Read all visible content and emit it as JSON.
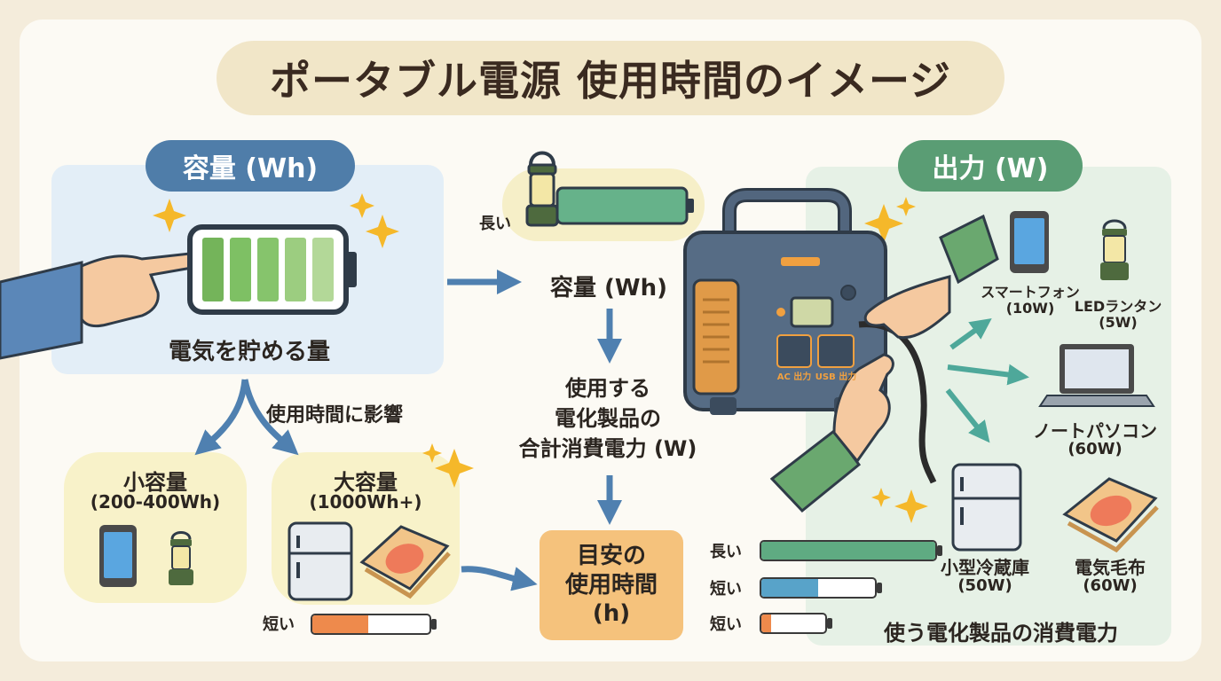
{
  "title": "ポータブル電源 使用時間のイメージ",
  "capacity": {
    "pill_label": "容量 (Wh)",
    "caption": "電気を貯める量",
    "influence_label": "使用時間に影響",
    "small": {
      "name": "小容量",
      "range": "(200-400Wh)"
    },
    "large": {
      "name": "大容量",
      "range": "(1000Wh+)"
    },
    "short_label": "短い"
  },
  "top_bar": {
    "label": "長い"
  },
  "flow": {
    "capacity_label": "容量 (Wh)",
    "power_line1": "使用する",
    "power_line2": "電化製品の",
    "power_line3": "合計消費電力 (W)",
    "result_line1": "目安の",
    "result_line2": "使用時間",
    "result_line3": "(h)"
  },
  "station": {
    "ac_label": "AC 出力",
    "usb_label": "USB 出力"
  },
  "compare_bars": [
    {
      "label": "長い",
      "fill": 1.0,
      "color": "#5fab82"
    },
    {
      "label": "短い",
      "fill": 0.5,
      "color": "#58a3c9"
    },
    {
      "label": "短い",
      "fill": 0.15,
      "color": "#ee8a4c"
    }
  ],
  "output": {
    "pill_label": "出力 (W)",
    "devices": {
      "phone": {
        "name": "スマートフォン",
        "watts": "(10W)"
      },
      "lantern": {
        "name": "LEDランタン",
        "watts": "(5W)"
      },
      "laptop": {
        "name": "ノートパソコン",
        "watts": "(60W)"
      },
      "fridge": {
        "name": "小型冷蔵庫",
        "watts": "(50W)"
      },
      "blanket": {
        "name": "電気毛布",
        "watts": "(60W)"
      }
    },
    "caption": "使う電化製品の消費電力"
  },
  "colors": {
    "accent_blue": "#4f7da9",
    "accent_green": "#5a9d74",
    "arrow_blue": "#4f80b0",
    "arrow_teal": "#4ea89a",
    "result_orange": "#f5c27c",
    "battery_green": "#7ec45e"
  }
}
